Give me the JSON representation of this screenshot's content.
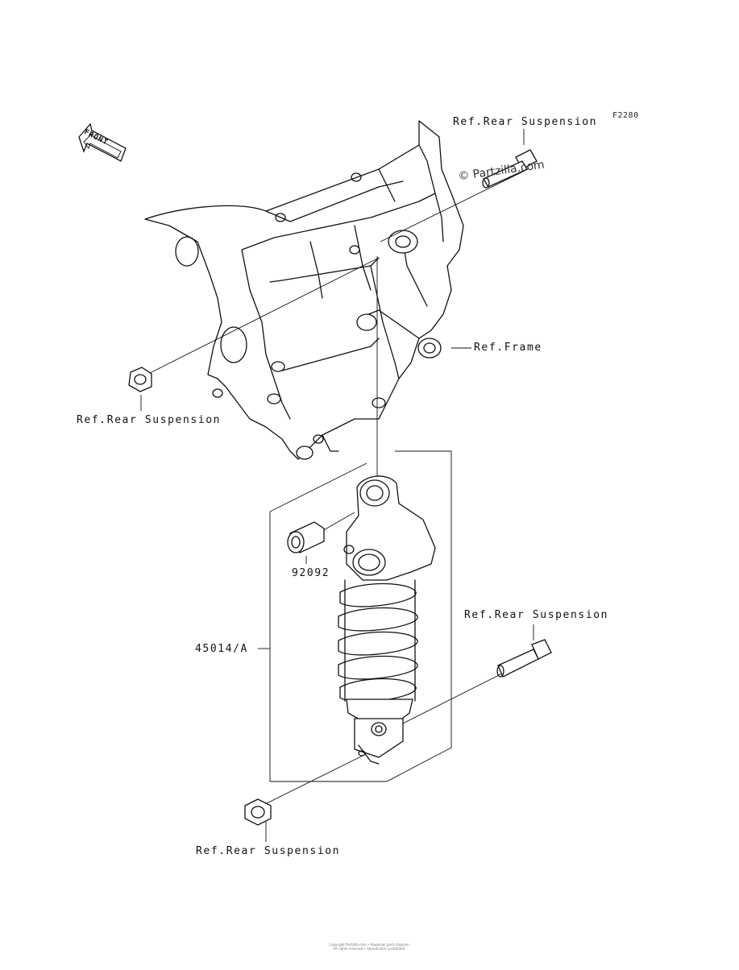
{
  "diagram": {
    "code": "F2280",
    "watermark": "© Partzilla.com",
    "front_label": "FRONT",
    "labels": {
      "rear_susp_top": "Ref.Rear Suspension",
      "rear_susp_left": "Ref.Rear Suspension",
      "frame": "Ref.Frame",
      "rear_susp_right": "Ref.Rear Suspension",
      "rear_susp_bottom": "Ref.Rear Suspension"
    },
    "parts": {
      "bushing": "92092",
      "shock": "45014/A"
    },
    "footer": [
      "Copyright Partzilla.com  •  Kawasaki parts diagram",
      "All rights reserved  •  reproduction prohibited"
    ]
  }
}
